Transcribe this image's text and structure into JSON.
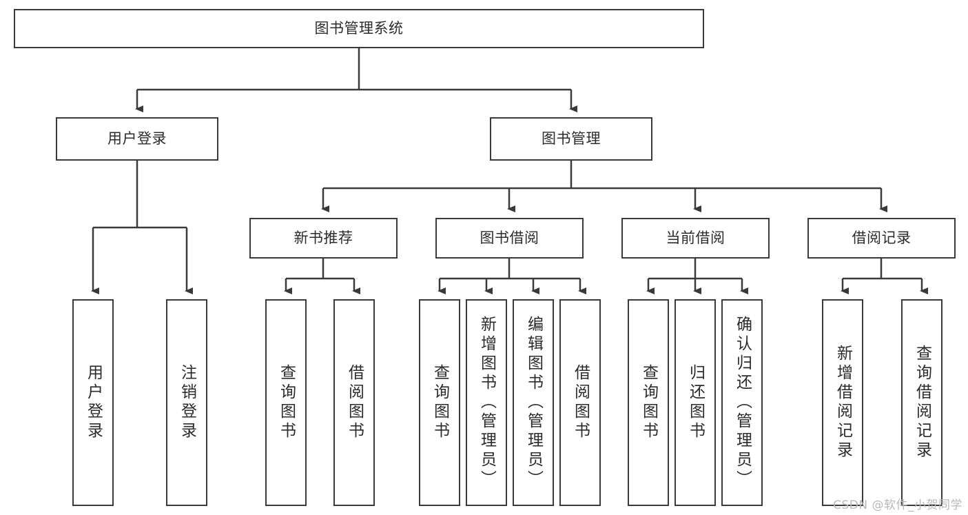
{
  "diagram": {
    "title": "图书管理系统",
    "watermark": "CSDN @软件_小贺同学",
    "root": {
      "label": "图书管理系统"
    },
    "level2": [
      {
        "label": "用户登录"
      },
      {
        "label": "图书管理"
      }
    ],
    "level3": [
      {
        "label": "新书推荐"
      },
      {
        "label": "图书借阅"
      },
      {
        "label": "当前借阅"
      },
      {
        "label": "借阅记录"
      }
    ],
    "leaves": {
      "user_login": [
        {
          "label": "用户登录"
        },
        {
          "label": "注销登录"
        }
      ],
      "new_book": [
        {
          "label": "查询图书"
        },
        {
          "label": "借阅图书"
        }
      ],
      "borrow": [
        {
          "label": "查询图书"
        },
        {
          "label": "新增图书（管理员）"
        },
        {
          "label": "编辑图书（管理员）"
        },
        {
          "label": "借阅图书"
        }
      ],
      "current": [
        {
          "label": "查询图书"
        },
        {
          "label": "归还图书"
        },
        {
          "label": "确认归还（管理员）"
        }
      ],
      "records": [
        {
          "label": "新增借阅记录"
        },
        {
          "label": "查询借阅记录"
        }
      ]
    },
    "colors": {
      "stroke": "#3a3a3a",
      "text": "#2b2b2b",
      "background": "#ffffff",
      "watermark": "#b9b9b9"
    }
  }
}
